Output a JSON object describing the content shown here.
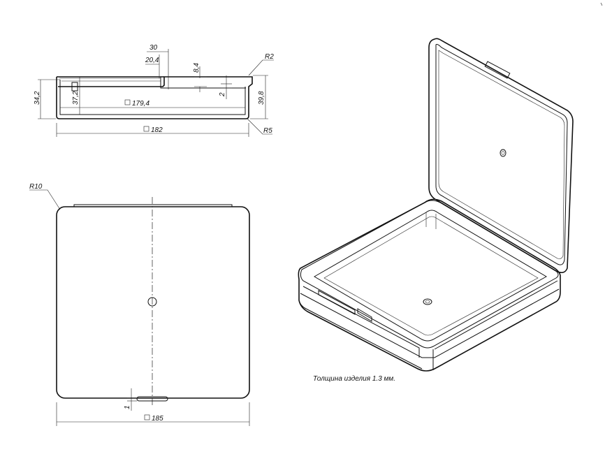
{
  "dims": {
    "d30": "30",
    "d20_4": "20,4",
    "d8_4": "8,4",
    "r2": "R2",
    "d34_2": "34,2",
    "d37_2": "37,2",
    "d179_4": "179,4",
    "d2": "2",
    "d39_8": "39,8",
    "d182": "182",
    "r5": "R5",
    "r10": "R10",
    "d1": "1",
    "d185": "185"
  },
  "note": "Толщина изделия 1.3 мм."
}
